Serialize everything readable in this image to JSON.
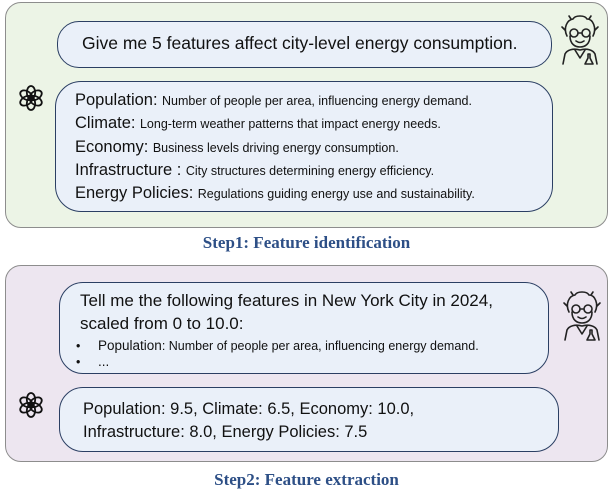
{
  "step1": {
    "question": "Give me 5 features affect city-level energy consumption.",
    "features": [
      {
        "name": "Population:",
        "desc": "Number of people per area, influencing energy demand."
      },
      {
        "name": "Climate:",
        "desc": "Long-term weather patterns that impact energy needs."
      },
      {
        "name": "Economy:",
        "desc": "Business levels driving energy consumption."
      },
      {
        "name": "Infrastructure :",
        "desc": "City structures determining energy efficiency."
      },
      {
        "name": "Energy Policies:",
        "desc": "Regulations guiding energy use and sustainability."
      }
    ],
    "caption": "Step1: Feature identification"
  },
  "step2": {
    "question_lines": [
      "Tell me the following features in New York City in 2024,",
      "scaled from 0 to 10.0:"
    ],
    "bullets": [
      {
        "name": "Population",
        "desc": ": Number of people per area, influencing energy demand."
      },
      {
        "name": "...",
        "desc": ""
      }
    ],
    "answer_lines": [
      "Population: 9.5, Climate: 6.5, Economy: 10.0,",
      "Infrastructure: 8.0, Energy Policies: 7.5"
    ],
    "caption": "Step2: Feature extraction"
  },
  "icons": {
    "user": "scientist-avatar-icon",
    "assistant": "chatgpt-logo-icon"
  },
  "colors": {
    "panel1_bg": "#ecf4e6",
    "panel2_bg": "#ede6f0",
    "bubble_bg": "#eaf0f9",
    "bubble_border": "#2b3f63",
    "caption": "#2d4f86"
  }
}
